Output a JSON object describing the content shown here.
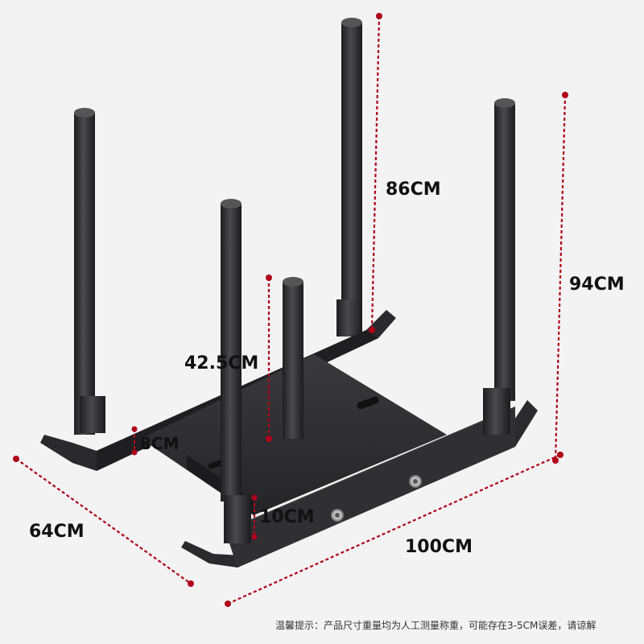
{
  "product_image": {
    "subject": "weight-sled-frame-icon"
  },
  "dimensions": {
    "post_height": "86CM",
    "total_height": "94CM",
    "center_post": "42.5CM",
    "runner_height": "8CM",
    "sleeve_height": "10CM",
    "depth": "64CM",
    "length": "100CM"
  },
  "footer": {
    "note": "温馨提示：产品尺寸重量均为人工测量称重，可能存在3-5CM误差，请谅解"
  },
  "colors": {
    "background": "#f3f3f3",
    "dimension_line": "#b0001a",
    "frame": "#2b2b2d"
  }
}
